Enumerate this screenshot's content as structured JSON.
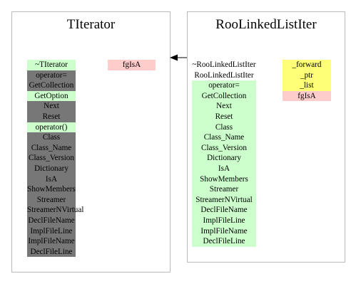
{
  "colors": {
    "method_public": "#ccffcc",
    "method_inherited": "#777777",
    "member_flag": "#ffcccc",
    "member_data": "#ffff77",
    "box_border": "#bbbbbb",
    "arrow": "#000000"
  },
  "classes": [
    {
      "id": "titerator",
      "title": "TIterator",
      "methods": [
        {
          "label": "~TIterator",
          "style": "green"
        },
        {
          "label": "operator=",
          "style": "gray"
        },
        {
          "label": "GetCollection",
          "style": "gray"
        },
        {
          "label": "GetOption",
          "style": "green"
        },
        {
          "label": "Next",
          "style": "gray"
        },
        {
          "label": "Reset",
          "style": "gray"
        },
        {
          "label": "operator()",
          "style": "green"
        },
        {
          "label": "Class",
          "style": "gray"
        },
        {
          "label": "Class_Name",
          "style": "gray"
        },
        {
          "label": "Class_Version",
          "style": "gray"
        },
        {
          "label": "Dictionary",
          "style": "gray"
        },
        {
          "label": "IsA",
          "style": "gray"
        },
        {
          "label": "ShowMembers",
          "style": "gray"
        },
        {
          "label": "Streamer",
          "style": "gray"
        },
        {
          "label": "StreamerNVirtual",
          "style": "gray"
        },
        {
          "label": "DeclFileName",
          "style": "gray"
        },
        {
          "label": "ImplFileLine",
          "style": "gray"
        },
        {
          "label": "ImplFileName",
          "style": "gray"
        },
        {
          "label": "DeclFileLine",
          "style": "gray"
        }
      ],
      "members": [
        {
          "label": "fgIsA",
          "style": "pink"
        }
      ]
    },
    {
      "id": "roolinkedlistiter",
      "title": "RooLinkedListIter",
      "methods": [
        {
          "label": "~RooLinkedListIter",
          "style": "white"
        },
        {
          "label": "RooLinkedListIter",
          "style": "white"
        },
        {
          "label": "operator=",
          "style": "green"
        },
        {
          "label": "GetCollection",
          "style": "green"
        },
        {
          "label": "Next",
          "style": "green"
        },
        {
          "label": "Reset",
          "style": "green"
        },
        {
          "label": "Class",
          "style": "green"
        },
        {
          "label": "Class_Name",
          "style": "green"
        },
        {
          "label": "Class_Version",
          "style": "green"
        },
        {
          "label": "Dictionary",
          "style": "green"
        },
        {
          "label": "IsA",
          "style": "green"
        },
        {
          "label": "ShowMembers",
          "style": "green"
        },
        {
          "label": "Streamer",
          "style": "green"
        },
        {
          "label": "StreamerNVirtual",
          "style": "green"
        },
        {
          "label": "DeclFileName",
          "style": "green"
        },
        {
          "label": "ImplFileLine",
          "style": "green"
        },
        {
          "label": "ImplFileName",
          "style": "green"
        },
        {
          "label": "DeclFileLine",
          "style": "green"
        }
      ],
      "members": [
        {
          "label": "_forward",
          "style": "yellow"
        },
        {
          "label": "_ptr",
          "style": "yellow"
        },
        {
          "label": "_list",
          "style": "yellow"
        },
        {
          "label": "fgIsA",
          "style": "pink"
        }
      ]
    }
  ],
  "inheritance": {
    "from": "roolinkedlistiter",
    "to": "titerator"
  }
}
